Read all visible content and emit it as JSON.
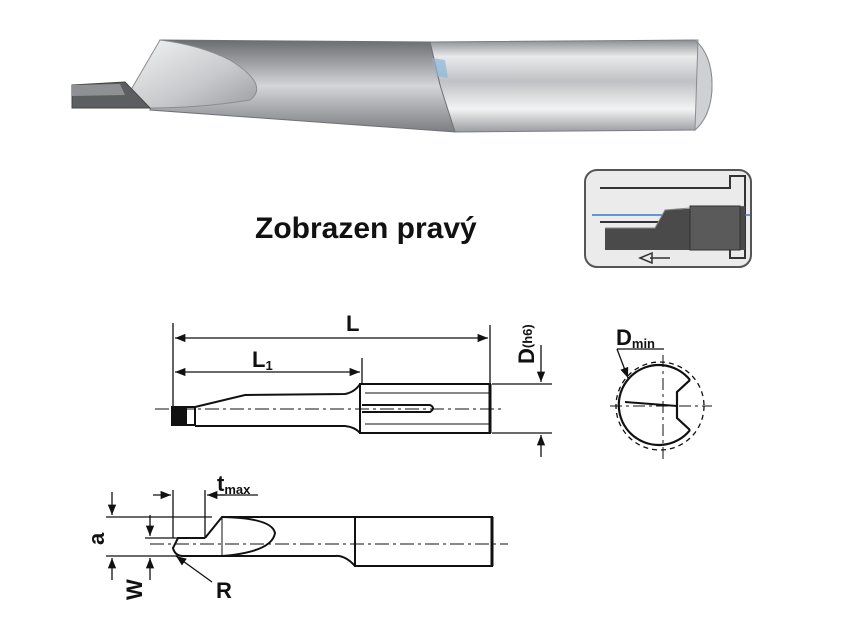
{
  "title": "Zobrazen pravý",
  "labels": {
    "L": "L",
    "L1_main": "L",
    "L1_sub": "1",
    "D_main": "D",
    "D_sub": "(h6)",
    "Dmin_main": "D",
    "Dmin_sub": "min",
    "tmax_main": "t",
    "tmax_sub": "max",
    "a": "a",
    "W": "W",
    "R": "R"
  },
  "colors": {
    "line": "#111111",
    "blue_axis": "#3a7bd5",
    "tool_dark": "#4a4a4a",
    "tool_light": "#d9dadc",
    "inset_bg": "#e6e6e6"
  }
}
